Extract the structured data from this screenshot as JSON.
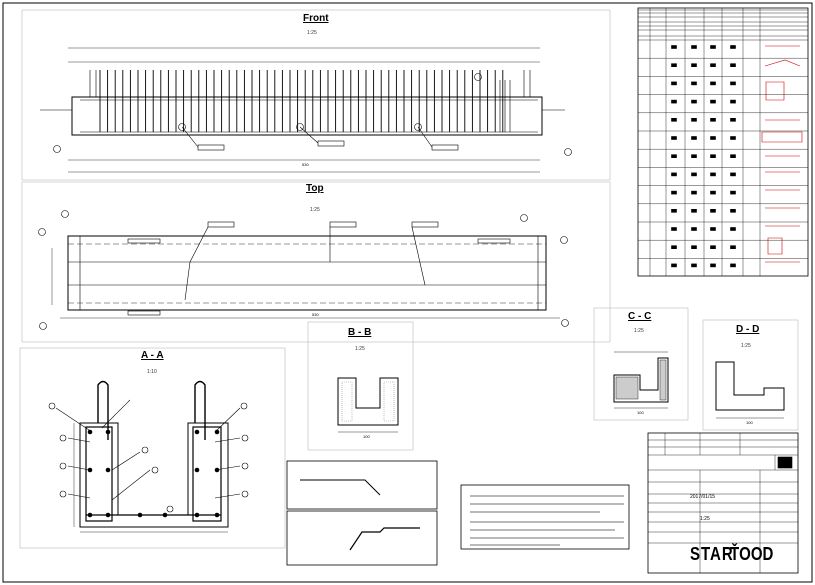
{
  "views": {
    "front": {
      "title": "Front",
      "scale": "1:25"
    },
    "top": {
      "title": "Top",
      "scale": "1:25"
    },
    "aa": {
      "title": "A - A",
      "scale": "1:10"
    },
    "bb": {
      "title": "B - B",
      "scale": "1:25"
    },
    "cc": {
      "title": "C - C",
      "scale": "1:25"
    },
    "dd": {
      "title": "D - D",
      "scale": "1:25"
    }
  },
  "dimensions": {
    "front_total": "530",
    "top_total": "530",
    "bb_width": "100",
    "cc_width": "100",
    "dd_width": "100"
  },
  "title_block": {
    "brand": "STAR",
    "brand_alt": "ŤOOD",
    "date": "2017/01/15",
    "scale": "1:25"
  }
}
